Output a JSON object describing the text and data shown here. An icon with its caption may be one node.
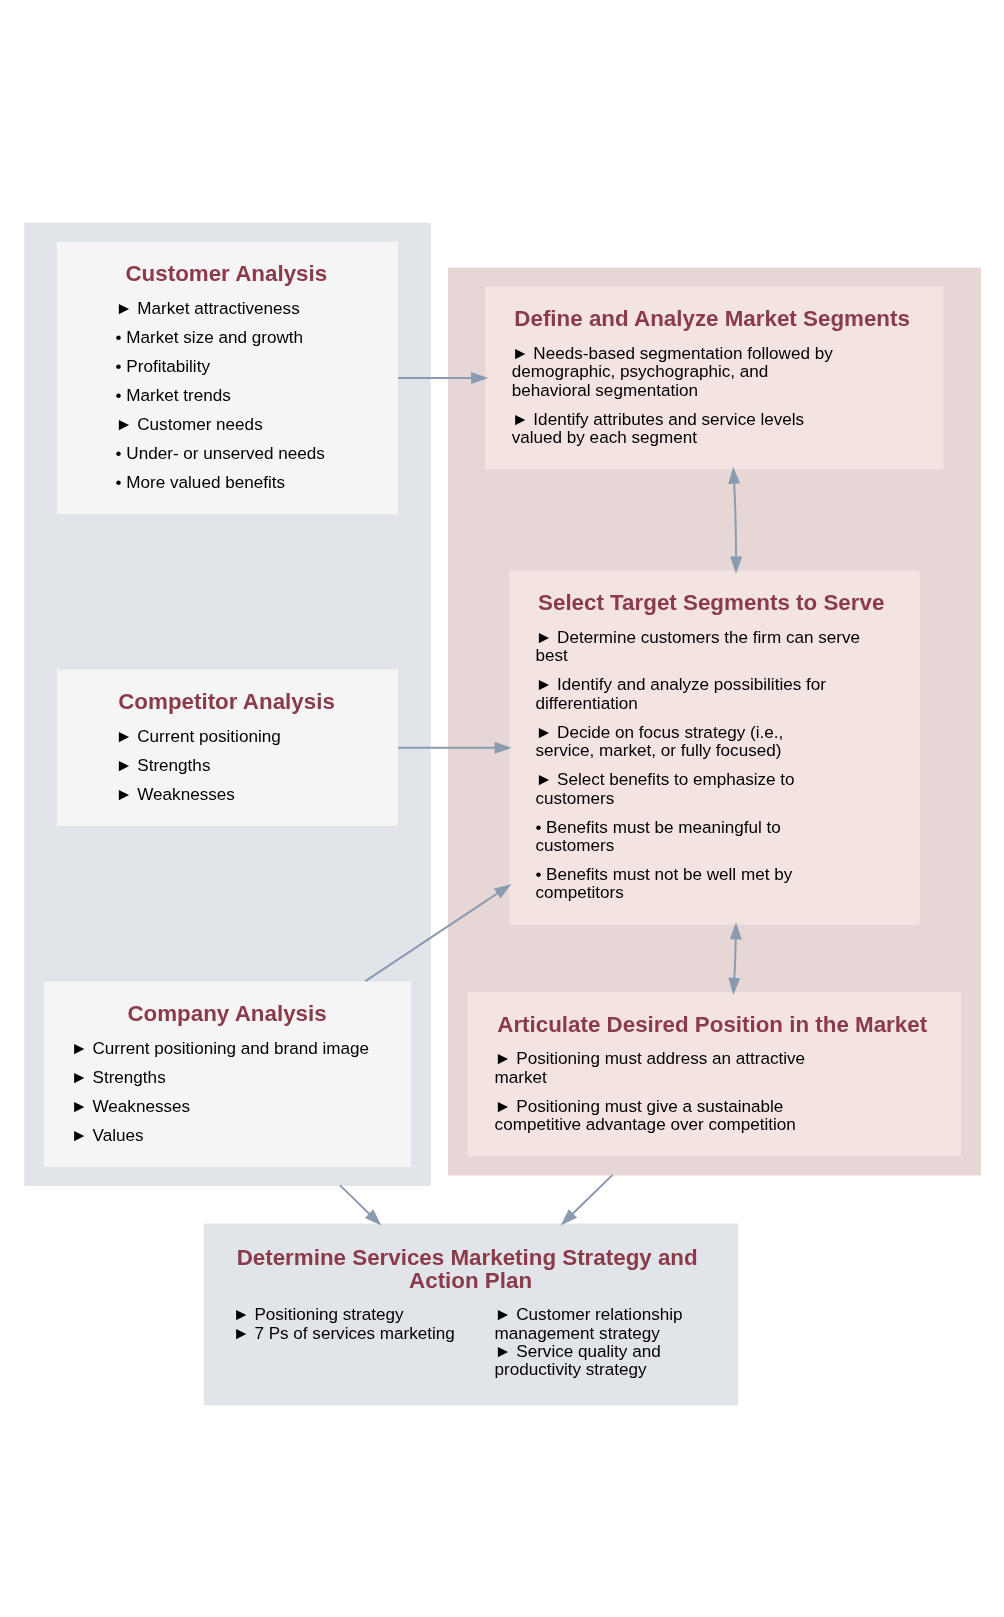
{
  "diagram": {
    "nodes": [
      {
        "text": [],
        "shape": "box"
      },
      {
        "text": [
          "Customer Analysis",
          "► Market attractiveness",
          "• Market size and growth",
          "• Profitability",
          "• Market trends",
          "► Customer needs",
          "• Under- or unserved needs",
          "• More valued benefits"
        ],
        "in": 0
      },
      {
        "text": [
          "Competitor Analysis",
          "► Current positioning",
          "► Strengths",
          "► Weaknesses"
        ],
        "in": 0
      },
      {
        "text": [
          "Company Analysis",
          "► Current positioning and brand image",
          "► Strengths",
          "► Weaknesses",
          "► Values"
        ],
        "in": 0
      },
      {
        "text": [],
        "shape": "box"
      },
      {
        "text": [
          "Define and Analyze Market Segments",
          "► Needs-based segmentation followed by demographic, psychographic, and behavioral segmentation",
          "► Identify attributes and service levels valued by each segment"
        ],
        "in": 4
      },
      {
        "text": [
          "Select Target Segments to Serve",
          "► Determine customers the firm can serve best",
          "► Identify and analyze possibilities for differentiation",
          "► Decide on focus strategy (i.e., service, market, or fully focused)",
          "► Select benefits to emphasize to customers",
          "• Benefits must be meaningful to customers",
          "• Benefits must not be well met by competitors"
        ],
        "in": 4
      },
      {
        "text": [
          "Articulate Desired Position in the Market",
          "► Positioning must address an attractive market",
          "► Positioning must give a sustainable competitive advantage over competition"
        ],
        "in": 4
      },
      {
        "text": [
          "Determine Services Marketing Strategy and Action Plan",
          "► Positioning strategy",
          "► 7 Ps of services marketing",
          "► Customer relationship management strategy",
          "► Service quality and productivity strategy"
        ]
      }
    ],
    "edges": [
      {
        "from": 1,
        "to": 5,
        "arrow": "to"
      },
      {
        "from": 5,
        "to": 6,
        "arrow": "both"
      },
      {
        "from": 2,
        "to": 6,
        "arrow": "to"
      },
      {
        "from": 3,
        "to": 6,
        "arrow": "to"
      },
      {
        "from": 6,
        "to": 7,
        "arrow": "both"
      },
      {
        "from": 0,
        "to": 8,
        "arrow": "to"
      },
      {
        "from": 4,
        "to": 8,
        "arrow": "to"
      }
    ]
  }
}
